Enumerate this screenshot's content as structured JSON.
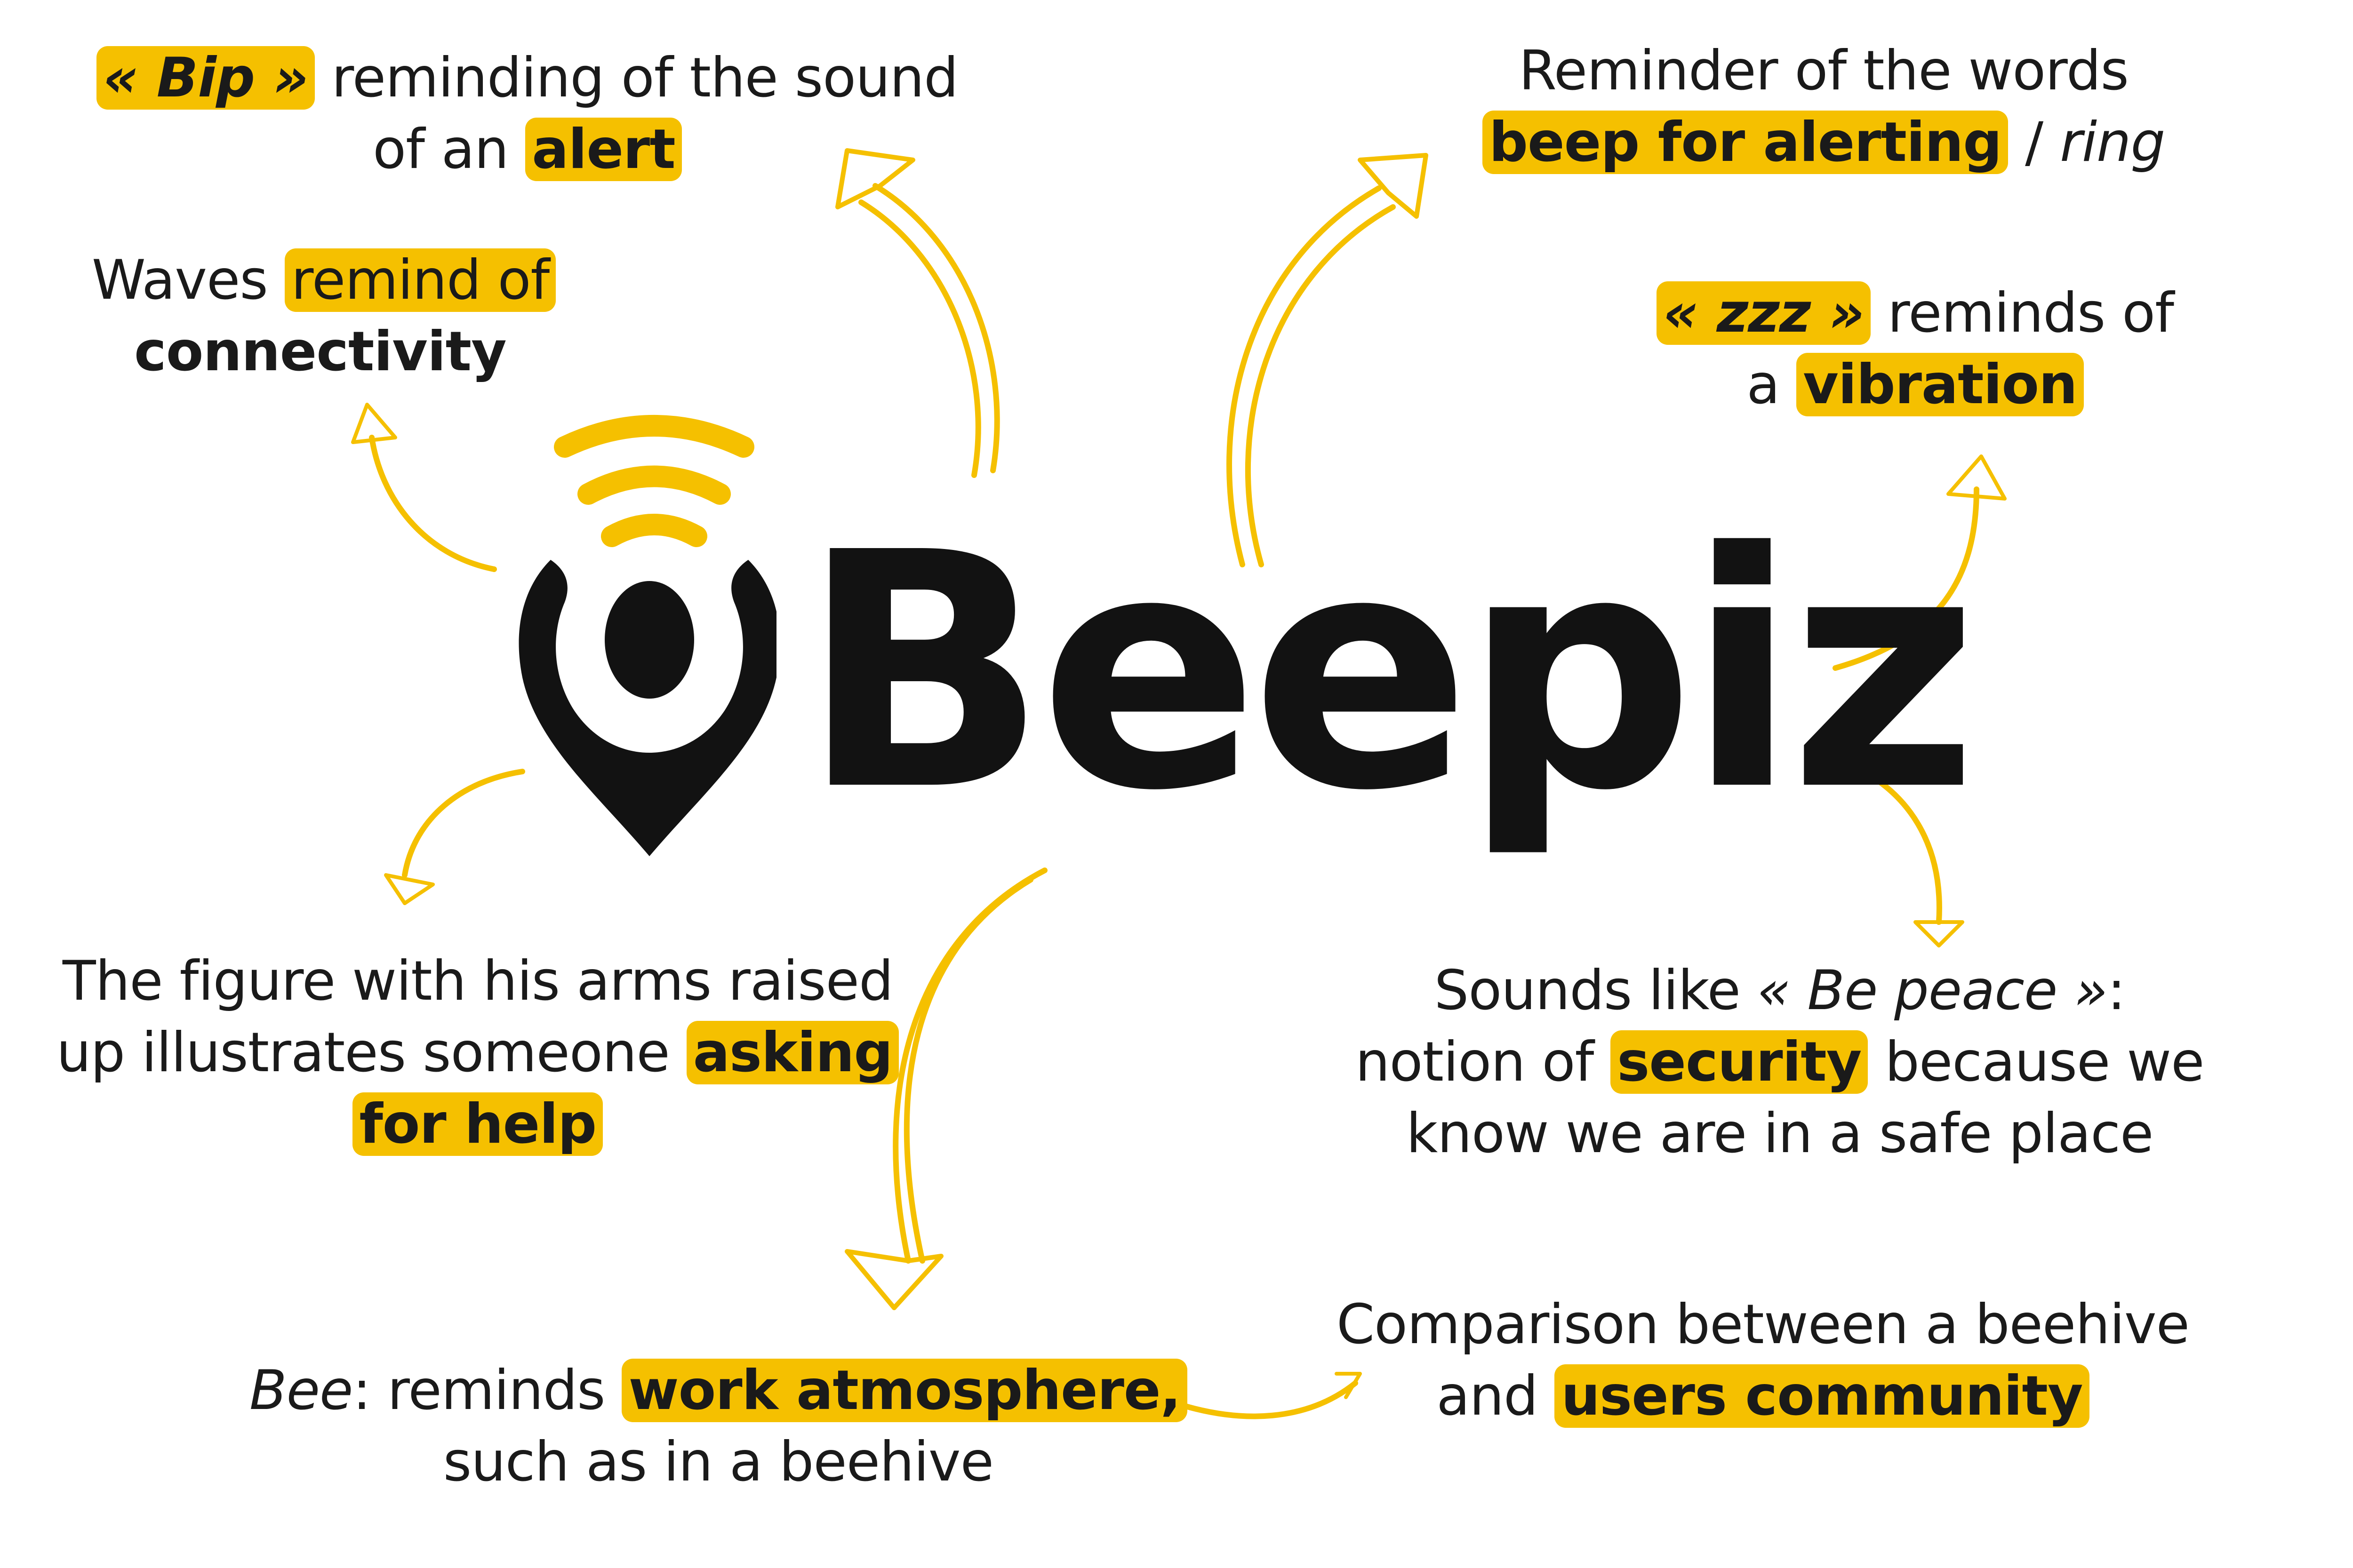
{
  "brand": {
    "name": "Beepiz",
    "colors": {
      "accent": "#f5c000",
      "ink": "#121212",
      "background": "#ffffff"
    },
    "logo_icon": "person-pin-with-signal-waves-icon"
  },
  "annotations": {
    "bip": {
      "quote": "« Bip »",
      "text1": " reminding of the sound",
      "text2": "of an ",
      "highlight": "alert"
    },
    "waves": {
      "text1": "Waves ",
      "highlight": "remind of",
      "bold": "connectivity"
    },
    "reminder": {
      "text1": "Reminder of the words",
      "highlight": "beep for alerting",
      "sep": " / ",
      "italic": "ring"
    },
    "zzz": {
      "quote": "« zzz »",
      "text1": " reminds of",
      "text2": "a ",
      "highlight": "vibration"
    },
    "figure": {
      "line1": "The figure with his arms raised",
      "line2": "up illustrates someone ",
      "highlight1": "asking",
      "highlight2": "for help"
    },
    "peace": {
      "text1": "Sounds like ",
      "italic": "« Be peace »",
      "colon": ":",
      "text2": "notion of ",
      "highlight": "security",
      "text3": " because we",
      "line3": "know we are in a safe place"
    },
    "bee": {
      "italic": "Bee",
      "text1": ": reminds ",
      "highlight": "work atmosphere,",
      "line2": "such as in a beehive"
    },
    "beehive": {
      "line1": "Comparison between a beehive",
      "text2": "and ",
      "highlight": "users community"
    }
  }
}
